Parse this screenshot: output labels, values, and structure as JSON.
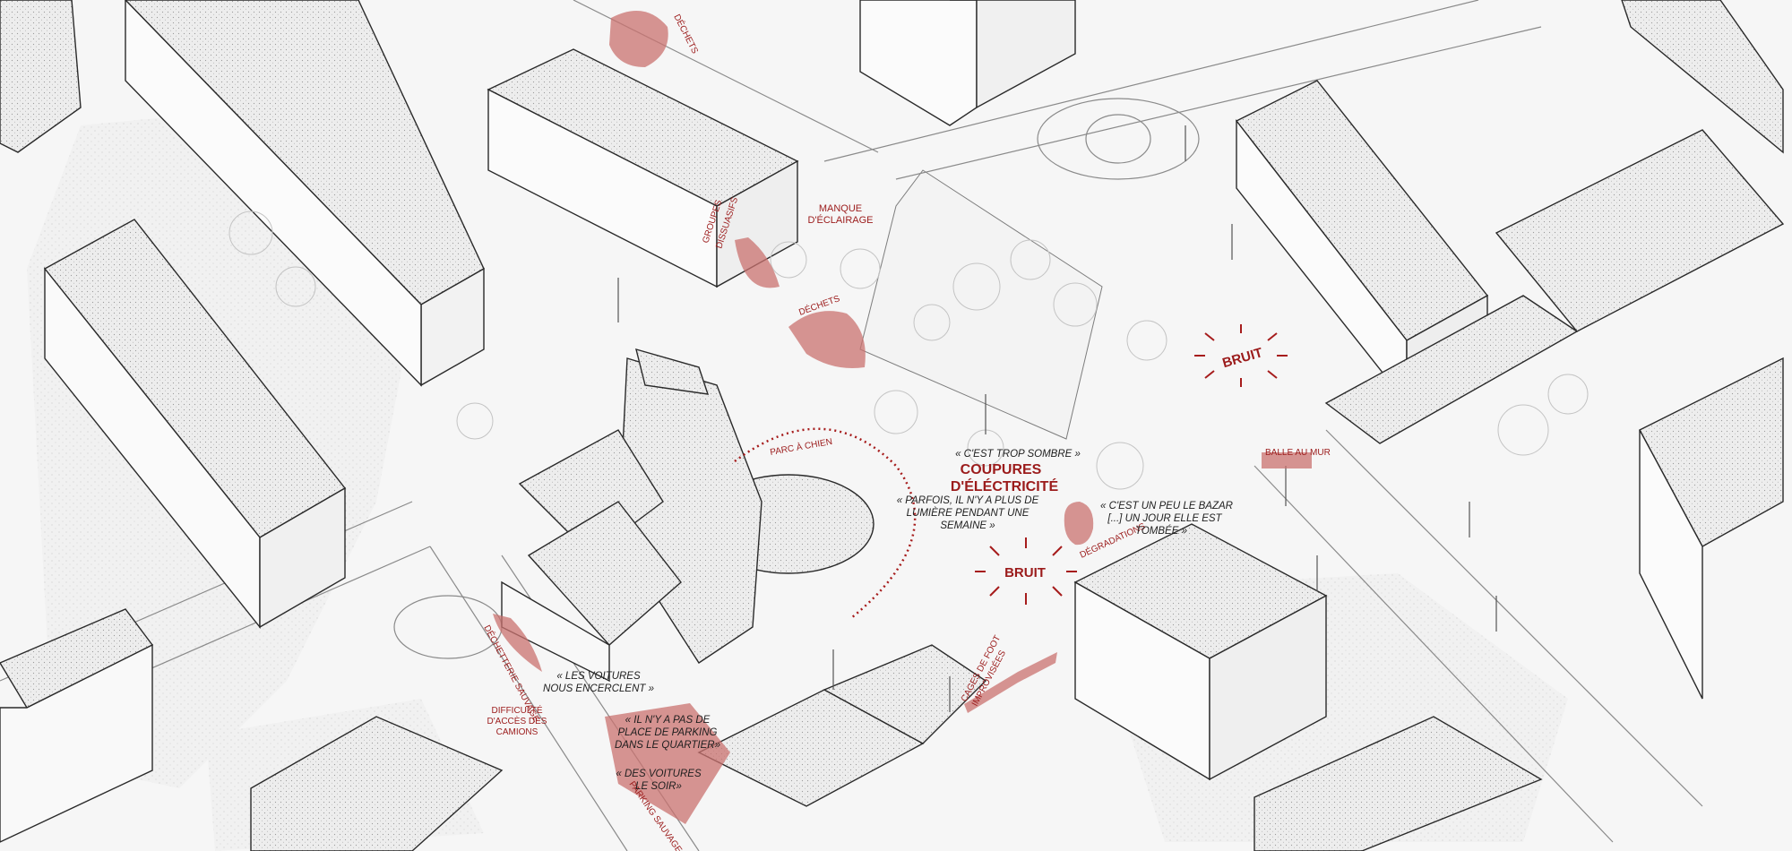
{
  "map": {
    "accent_color": "#a61c1c",
    "zone_fill": "#c9716f",
    "labels": {
      "dechets_top": "DÉCHETS",
      "groupes": [
        "GROUPES",
        "DISSUASIFS"
      ],
      "manque": [
        "MANQUE",
        "D'ÉCLAIRAGE"
      ],
      "dechets_mid": "DÉCHETS",
      "parc_chien": "PARC À CHIEN",
      "coupures": [
        "COUPURES",
        "D'ÉLÉCTRICITÉ"
      ],
      "bruit_right": "BRUIT",
      "bruit_center": "BRUIT",
      "balle_mur": "BALLE AU MUR",
      "degradations": "DÉGRADATIONS",
      "decheterie": "DÉCHETTERIE SAUVAGE",
      "difficulte": [
        "DIFFICULTÉ",
        "D'ACCÈS DES",
        "CAMIONS"
      ],
      "parking_sauvage": "PARKING SAUVAGE",
      "cages": [
        "CAGES DE FOOT",
        "IMPROVISÉES"
      ]
    },
    "quotes": {
      "trop_sombre": "« C'EST TROP SOMBRE »",
      "parfois": [
        "« PARFOIS, IL N'Y A PLUS DE",
        "LUMIÈRE PENDANT UNE",
        "SEMAINE »"
      ],
      "bazar": [
        "« C'EST UN PEU LE BAZAR",
        "[...] UN JOUR ELLE EST",
        "TOMBÉE »"
      ],
      "voitures_encerclent": [
        "« LES VOITURES",
        "NOUS ENCERCLENT »"
      ],
      "pas_parking": [
        "« IL N'Y A PAS DE",
        "PLACE DE PARKING",
        "DANS LE QUARTIER»"
      ],
      "des_voitures": [
        "« DES VOITURES",
        "LE SOIR»"
      ]
    }
  }
}
